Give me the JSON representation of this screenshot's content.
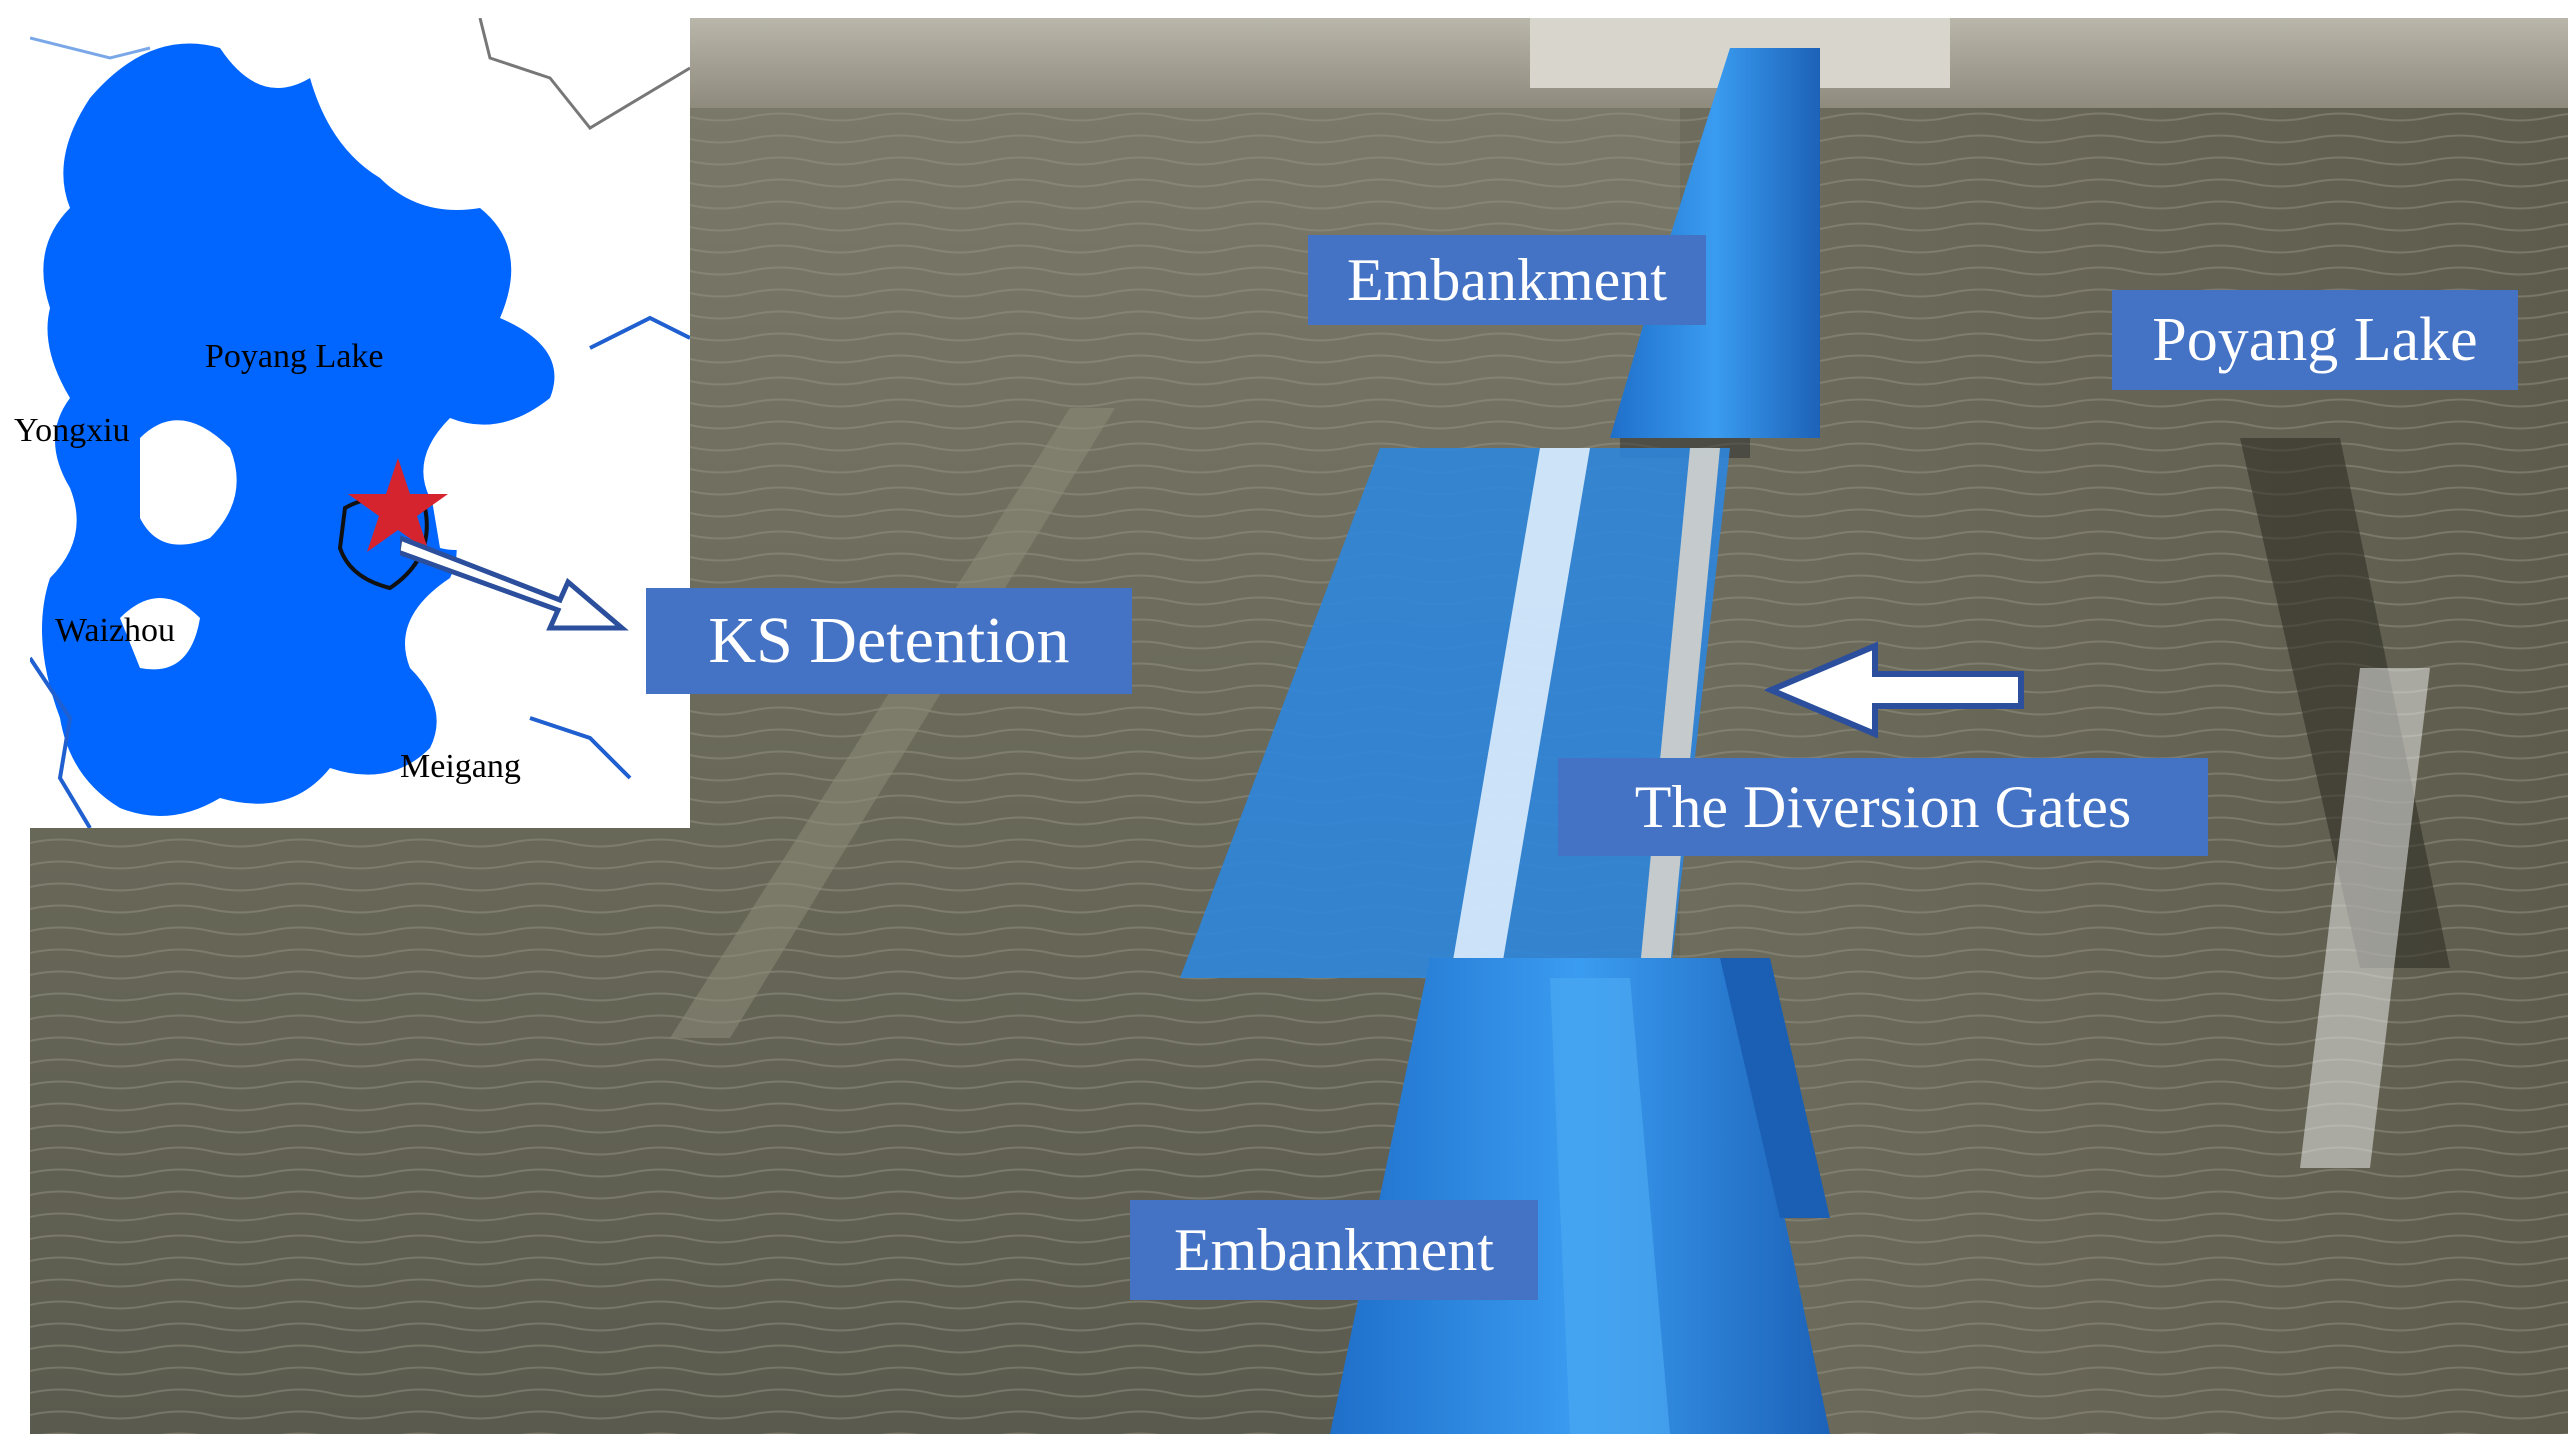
{
  "photo": {
    "labels": {
      "embankment_top": "Embankment",
      "poyang_lake": "Poyang Lake",
      "ks_detention": "KS Detention",
      "diversion_gates": "The Diversion Gates",
      "embankment_bottom": "Embankment"
    }
  },
  "inset_map": {
    "labels": {
      "poyang_lake": "Poyang Lake",
      "yongxiu": "Yongxiu",
      "waizhou": "Waizhou",
      "meigang": "Meigang"
    },
    "colors": {
      "water": "#0066ff",
      "marker": "#d6242f",
      "background": "#ffffff"
    }
  },
  "colors": {
    "label_fill": "#4472c4",
    "label_text": "#ffffff",
    "water": "#6b6a5c",
    "channel": "#2f8be6"
  },
  "icons": [
    "star-marker-icon",
    "arrow-right-icon",
    "arrow-left-icon"
  ]
}
